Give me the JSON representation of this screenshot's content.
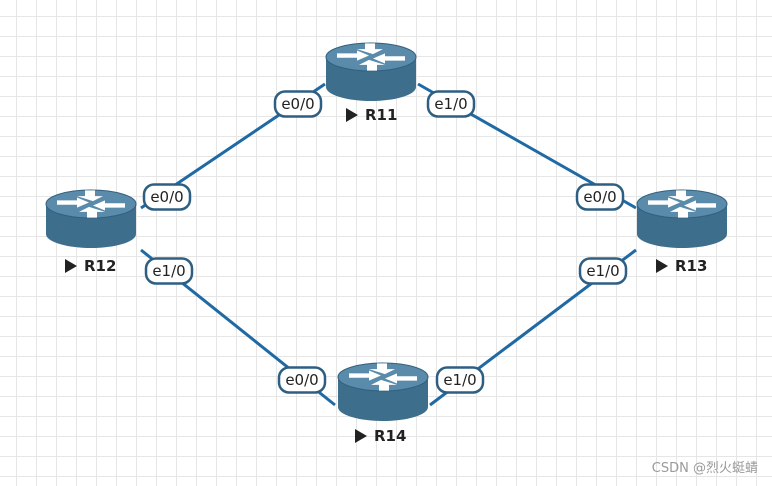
{
  "colors": {
    "link": "#1f6aa5",
    "router_body": "#3d6e8c",
    "router_top": "#5b8bab",
    "port_border": "#2e5f82"
  },
  "routers": [
    {
      "id": "R11",
      "label": "R11"
    },
    {
      "id": "R12",
      "label": "R12"
    },
    {
      "id": "R13",
      "label": "R13"
    },
    {
      "id": "R14",
      "label": "R14"
    }
  ],
  "links": [
    {
      "from": "R12",
      "from_port": "e0/0",
      "to": "R11",
      "to_port": "e0/0"
    },
    {
      "from": "R11",
      "from_port": "e1/0",
      "to": "R13",
      "to_port": "e0/0"
    },
    {
      "from": "R12",
      "from_port": "e1/0",
      "to": "R14",
      "to_port": "e0/0"
    },
    {
      "from": "R14",
      "from_port": "e1/0",
      "to": "R13",
      "to_port": "e1/0"
    }
  ],
  "watermark": "CSDN @烈火蜓蜻"
}
